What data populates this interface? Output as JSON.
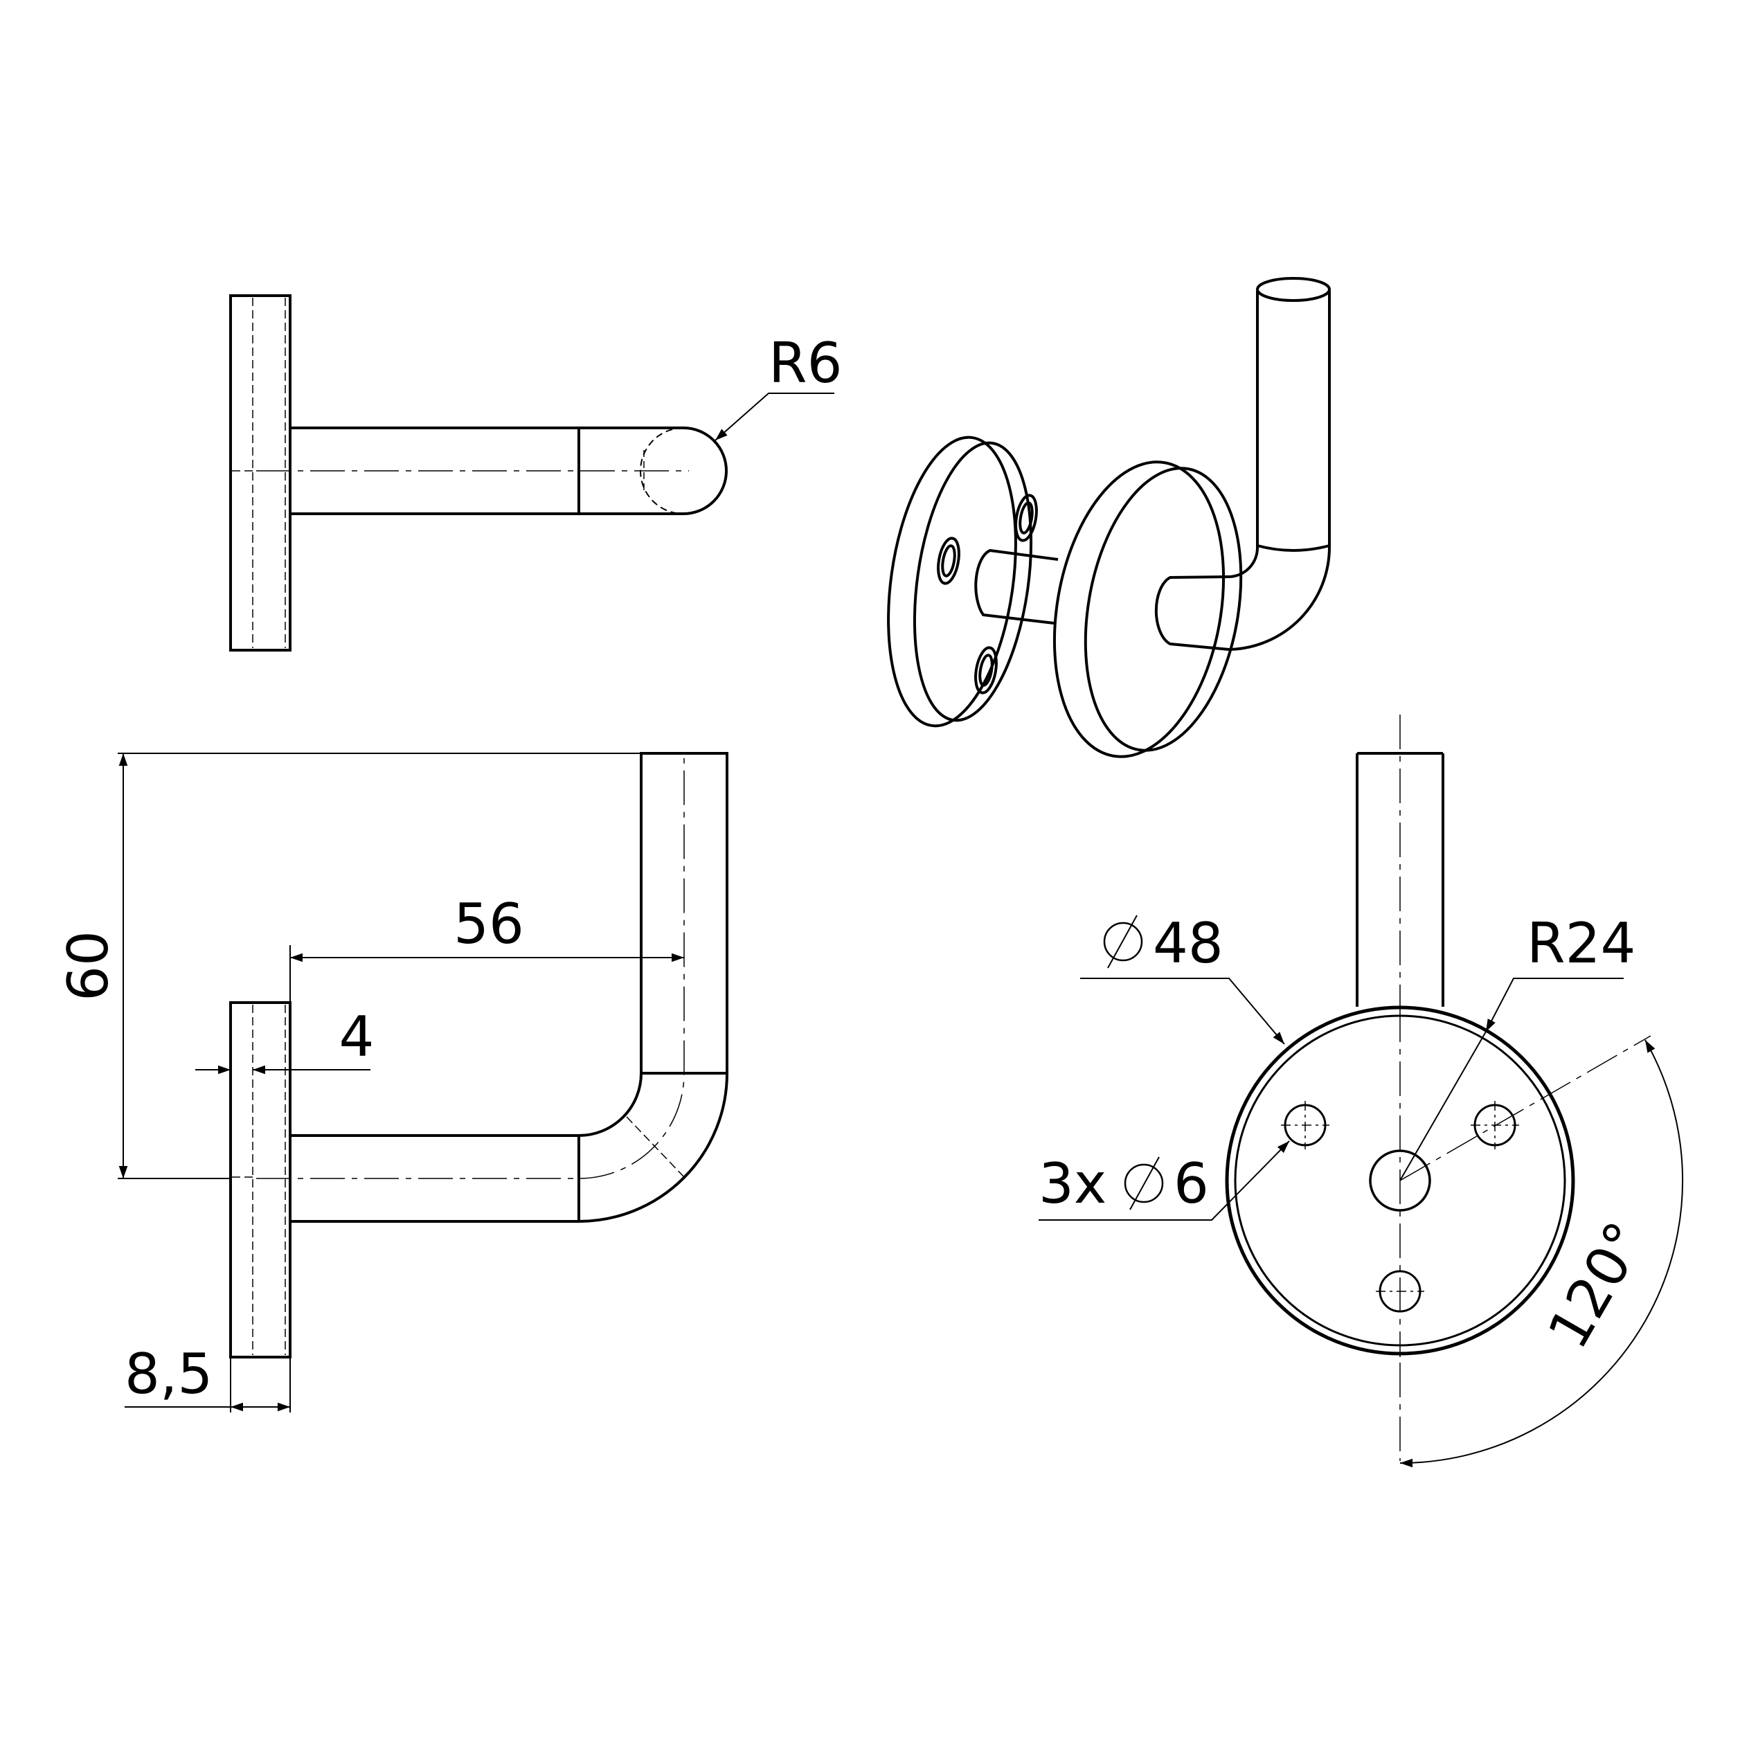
{
  "dimensions": {
    "top_radius": "R6",
    "height": "60",
    "length": "56",
    "plate_inset": "4",
    "plate_thickness": "8,5",
    "plate_diameter": "48",
    "bolt_radius": "R24",
    "holes": "3x",
    "hole_diameter": "6",
    "angle": "120°"
  },
  "colors": {
    "line": "#000000",
    "background": "#ffffff"
  }
}
